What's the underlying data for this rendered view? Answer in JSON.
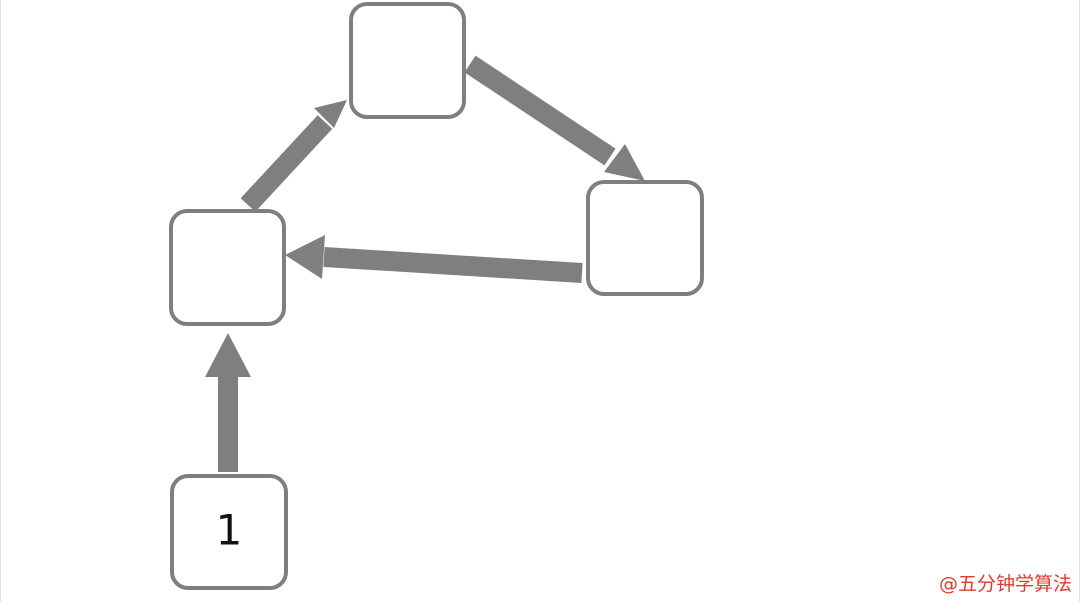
{
  "nodes": [
    {
      "id": "start",
      "label": "1",
      "name": "node-start"
    },
    {
      "id": "left",
      "label": "",
      "name": "node-left"
    },
    {
      "id": "top",
      "label": "",
      "name": "node-top"
    },
    {
      "id": "right",
      "label": "",
      "name": "node-right"
    }
  ],
  "edges": [
    {
      "from": "start",
      "to": "left"
    },
    {
      "from": "left",
      "to": "top"
    },
    {
      "from": "top",
      "to": "right"
    },
    {
      "from": "right",
      "to": "left"
    }
  ],
  "watermark": "@五分钟学算法",
  "colors": {
    "stroke": "#7f7f7f",
    "arrow": "#7f7f7f",
    "watermark": "#e03a2f"
  }
}
